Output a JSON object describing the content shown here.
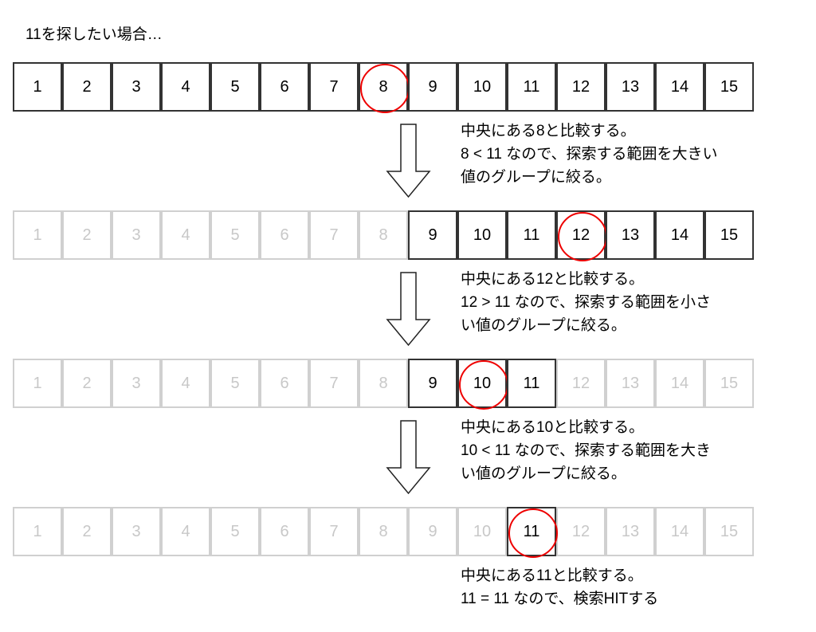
{
  "title": "11を探したい場合…",
  "values": [
    "1",
    "2",
    "3",
    "4",
    "5",
    "6",
    "7",
    "8",
    "9",
    "10",
    "11",
    "12",
    "13",
    "14",
    "15"
  ],
  "steps": [
    {
      "active": [
        1,
        15
      ],
      "mid": 8,
      "lines": [
        "中央にある8と比較する。",
        "8 < 11 なので、探索する範囲を大きい",
        "値のグループに絞る。"
      ]
    },
    {
      "active": [
        9,
        15
      ],
      "mid": 12,
      "lines": [
        "中央にある12と比較する。",
        "12 > 11 なので、探索する範囲を小さ",
        "い値のグループに絞る。"
      ]
    },
    {
      "active": [
        9,
        11
      ],
      "mid": 10,
      "lines": [
        "中央にある10と比較する。",
        "10 < 11 なので、探索する範囲を大き",
        "い値のグループに絞る。"
      ]
    },
    {
      "active": [
        11,
        11
      ],
      "mid": 11,
      "lines": [
        "中央にある11と比較する。",
        "11 = 11 なので、検索HITする"
      ]
    }
  ],
  "colors": {
    "highlight": "#ee0000",
    "active": "#333333",
    "dim": "#d0d0d0"
  }
}
